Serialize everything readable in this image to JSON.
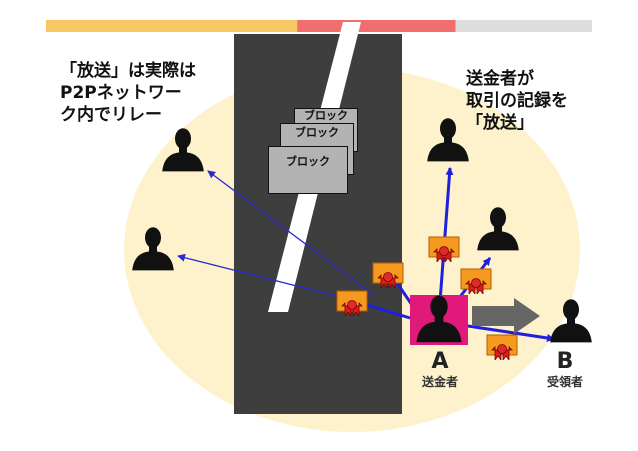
{
  "progress": {
    "segments": [
      {
        "color": "#f7c764",
        "fraction": 0.46
      },
      {
        "color": "#f26d6d",
        "fraction": 0.29
      },
      {
        "color": "#dddddd",
        "fraction": 0.25
      }
    ]
  },
  "colors": {
    "background_circle": "#fdf2cc",
    "road": "#3e3e3e",
    "road_stripe": "#ffffff",
    "block_fill": "#b3b3b3",
    "sender_highlight": "#e0197a",
    "arrow_blue": "#1f1fdd",
    "arrow_thin_blue": "#2b2bcc",
    "transfer_arrow": "#666666",
    "tx_box": "#f59a1f",
    "tx_seal": "#d81e1e"
  },
  "left_caption": [
    "「放送」は実際は",
    "P2Pネットワー",
    "ク内でリレー"
  ],
  "right_caption": [
    "送金者が",
    "取引の記録を",
    "「放送」"
  ],
  "blocks": [
    "ブロック",
    "ブロック",
    "ブロック"
  ],
  "sender": {
    "letter": "A",
    "role": "送金者",
    "icon": "person-silhouette-icon"
  },
  "receiver": {
    "letter": "B",
    "role": "受領者",
    "icon": "person-silhouette-icon"
  },
  "transaction_icon": "transaction-record-icon"
}
